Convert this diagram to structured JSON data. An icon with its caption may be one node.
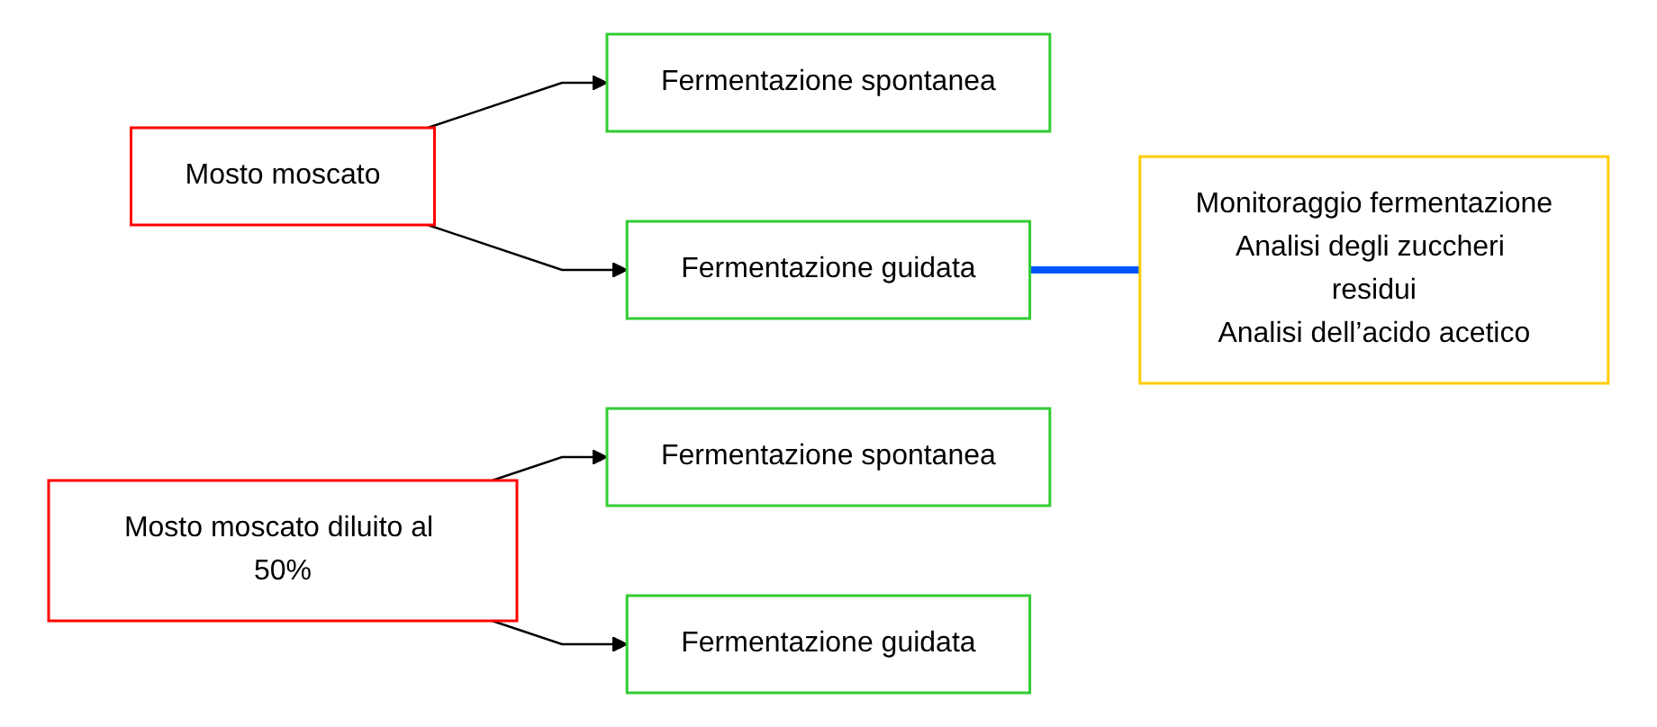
{
  "diagram": {
    "nodes": [
      {
        "text": [
          "Mosto moscato"
        ]
      },
      {
        "text": [
          "Fermentazione spontanea"
        ]
      },
      {
        "text": [
          "Fermentazione guidata"
        ]
      },
      {
        "text": [
          "Monitoraggio fermentazione",
          "Analisi degli zuccheri residui",
          "Analisi dell’acido acetico"
        ]
      },
      {
        "text": [
          "Mosto moscato diluito al 50%"
        ]
      },
      {
        "text": [
          "Fermentazione spontanea"
        ]
      },
      {
        "text": [
          "Fermentazione guidata"
        ]
      }
    ],
    "edges": [
      {
        "from": 0,
        "to": 1,
        "arrow": "to"
      },
      {
        "from": 0,
        "to": 2,
        "arrow": "to"
      },
      {
        "from": 2,
        "to": 3,
        "arrow": "none",
        "style": "thick",
        "color": "#0055ff"
      },
      {
        "from": 4,
        "to": 5,
        "arrow": "to"
      },
      {
        "from": 4,
        "to": 6,
        "arrow": "to"
      }
    ]
  }
}
